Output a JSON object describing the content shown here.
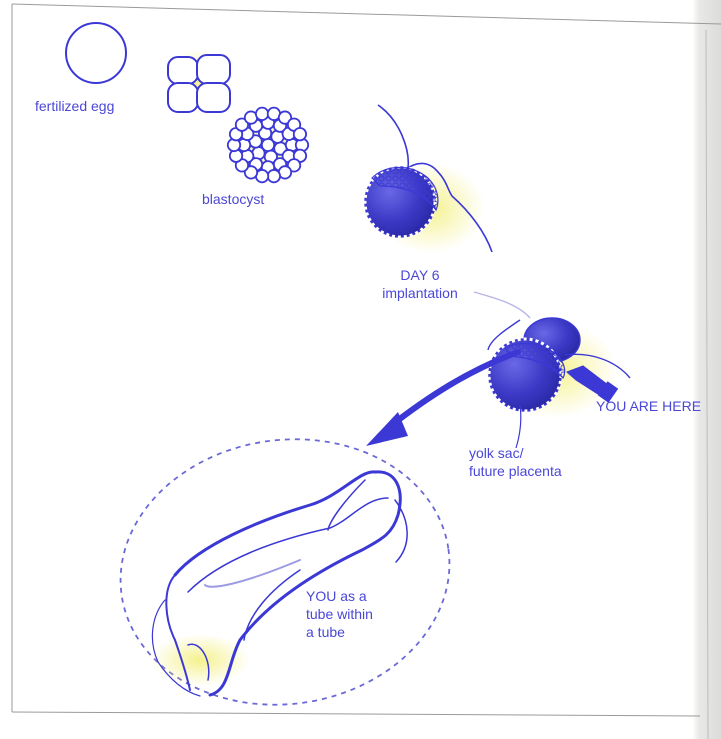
{
  "diagram": {
    "colors": {
      "ink": "#3b38d6",
      "label": "#4a47d8",
      "fill_dark": "#3c3ac6",
      "highlight": "#f3ef7a"
    },
    "labels": {
      "fertilized_egg": "fertilized egg",
      "blastocyst": "blastocyst",
      "day6_line1": "DAY 6",
      "day6_line2": "implantation",
      "you_are_here": "YOU ARE HERE",
      "yolk_line1": "yolk sac/",
      "yolk_line2": "future placenta",
      "tube_line1": "YOU as a",
      "tube_line2": "tube within",
      "tube_line3": "a tube"
    }
  }
}
